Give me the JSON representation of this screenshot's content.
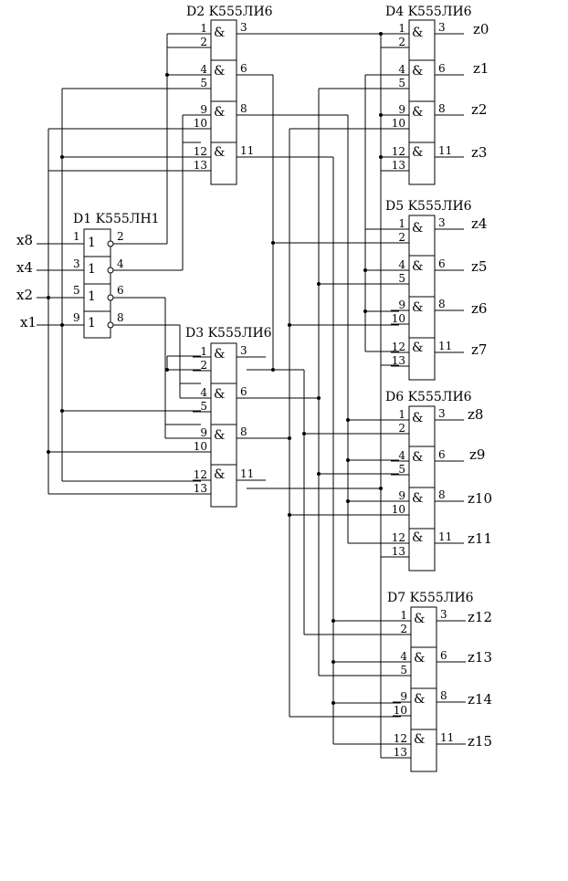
{
  "chips": {
    "d1": {
      "title": "D1 K555ЛН1",
      "pins": [
        "1",
        "2",
        "3",
        "4",
        "5",
        "6",
        "9",
        "8"
      ],
      "sym": "1"
    },
    "d2": {
      "title": "D2 K555ЛИ6",
      "pins": [
        "1",
        "2",
        "4",
        "5",
        "9",
        "10",
        "12",
        "13"
      ],
      "outs": [
        "3",
        "6",
        "8",
        "11"
      ],
      "sym": "&"
    },
    "d3": {
      "title": "D3 K555ЛИ6",
      "pins": [
        "1",
        "2",
        "4",
        "5",
        "9",
        "10",
        "12",
        "13"
      ],
      "outs": [
        "3",
        "6",
        "8",
        "11"
      ],
      "sym": "&"
    },
    "d4": {
      "title": "D4 K555ЛИ6",
      "pins": [
        "1",
        "2",
        "4",
        "5",
        "9",
        "10",
        "12",
        "13"
      ],
      "outs": [
        "3",
        "6",
        "8",
        "11"
      ],
      "sym": "&"
    },
    "d5": {
      "title": "D5 K555ЛИ6",
      "pins": [
        "1",
        "2",
        "4",
        "5",
        "9",
        "10",
        "12",
        "13"
      ],
      "outs": [
        "3",
        "6",
        "8",
        "11"
      ],
      "sym": "&"
    },
    "d6": {
      "title": "D6 K555ЛИ6",
      "pins": [
        "1",
        "2",
        "4",
        "5",
        "9",
        "10",
        "12",
        "13"
      ],
      "outs": [
        "3",
        "6",
        "8",
        "11"
      ],
      "sym": "&"
    },
    "d7": {
      "title": "D7 K555ЛИ6",
      "pins": [
        "1",
        "2",
        "4",
        "5",
        "9",
        "10",
        "12",
        "13"
      ],
      "outs": [
        "3",
        "6",
        "8",
        "11"
      ],
      "sym": "&"
    }
  },
  "inputs": [
    "x8",
    "x4",
    "x2",
    "x1"
  ],
  "outputs": [
    "z0",
    "z1",
    "z2",
    "z3",
    "z4",
    "z5",
    "z6",
    "z7",
    "z8",
    "z9",
    "z10",
    "z11",
    "z12",
    "z13",
    "z14",
    "z15"
  ]
}
